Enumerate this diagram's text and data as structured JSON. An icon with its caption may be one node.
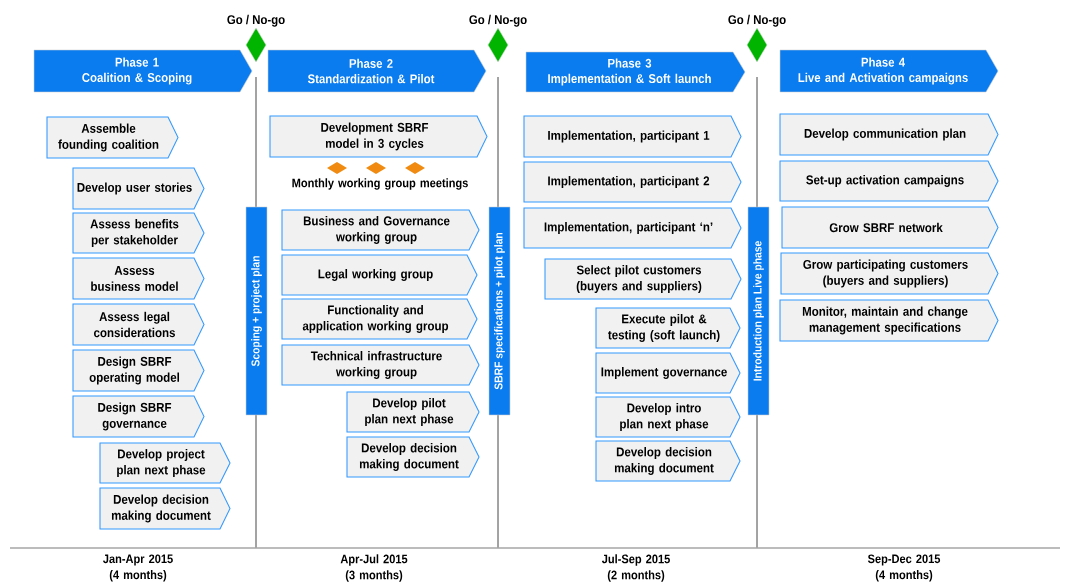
{
  "diagram": {
    "nodes": [
      {
        "text": [
          "Phase 1",
          "Coalition & Scoping"
        ]
      },
      {
        "text": [
          "Go / No-go"
        ]
      },
      {
        "text": [
          "Phase 2",
          "Standardization & Pilot"
        ]
      },
      {
        "text": [
          "Go / No-go"
        ]
      },
      {
        "text": [
          "Phase 3",
          "Implementation & Soft launch"
        ]
      },
      {
        "text": [
          "Go / No-go"
        ]
      },
      {
        "text": [
          "Phase 4",
          "Live and Activation campaigns"
        ]
      },
      {
        "text": [
          "Scoping + project plan"
        ]
      },
      {
        "text": [
          "SBRF specifications + pilot plan"
        ]
      },
      {
        "text": [
          "Introduction plan Live phase"
        ]
      },
      {
        "text": [
          "Assemble founding coalition"
        ]
      },
      {
        "text": [
          "Develop user stories"
        ]
      },
      {
        "text": [
          "Assess benefits per stakeholder"
        ]
      },
      {
        "text": [
          "Assess business model"
        ]
      },
      {
        "text": [
          "Assess legal considerations"
        ]
      },
      {
        "text": [
          "Design SBRF operating model"
        ]
      },
      {
        "text": [
          "Design SBRF governance"
        ]
      },
      {
        "text": [
          "Develop project plan next phase"
        ]
      },
      {
        "text": [
          "Develop decision making document"
        ]
      },
      {
        "text": [
          "Development SBRF model in 3 cycles"
        ]
      },
      {
        "text": [
          "Business and Governance working group"
        ]
      },
      {
        "text": [
          "Legal working group"
        ]
      },
      {
        "text": [
          "Functionality and application working group"
        ]
      },
      {
        "text": [
          "Technical infrastructure working group"
        ]
      },
      {
        "text": [
          "Develop pilot plan next phase"
        ]
      },
      {
        "text": [
          "Develop decision making document"
        ]
      },
      {
        "text": [
          "Implementation, participant 1"
        ]
      },
      {
        "text": [
          "Implementation, participant 2"
        ]
      },
      {
        "text": [
          "Implementation, participant ‘n’"
        ]
      },
      {
        "text": [
          "Select pilot customers (buyers and suppliers)"
        ]
      },
      {
        "text": [
          "Execute pilot & testing (soft launch)"
        ]
      },
      {
        "text": [
          "Implement governance"
        ]
      },
      {
        "text": [
          "Develop intro plan next phase"
        ]
      },
      {
        "text": [
          "Develop decision making document"
        ]
      },
      {
        "text": [
          "Develop communication plan"
        ]
      },
      {
        "text": [
          "Set-up activation campaigns"
        ]
      },
      {
        "text": [
          "Grow SBRF network"
        ]
      },
      {
        "text": [
          "Grow participating customers (buyers and suppliers)"
        ]
      },
      {
        "text": [
          "Monitor, maintain and change management specifications"
        ]
      }
    ],
    "labels": [
      "Monthly working group meetings",
      "Jan-Apr 2015 (4 months)",
      "Apr-Jul 2015 (3 months)",
      "Jul-Sep 2015 (2 months)",
      "Sep-Dec 2015 (4 months)"
    ]
  }
}
